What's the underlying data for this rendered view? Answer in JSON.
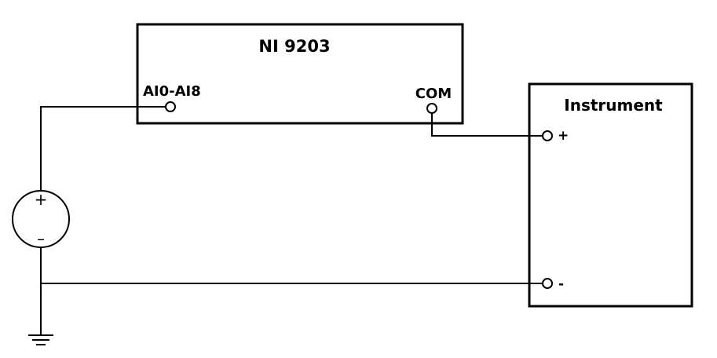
{
  "module": {
    "title": "NI 9203",
    "terminals": {
      "analog_input": "AI0-AI8",
      "common": "COM"
    }
  },
  "instrument": {
    "title": "Instrument",
    "terminals": {
      "positive": "+",
      "negative": "-"
    }
  },
  "voltage_source": {
    "plus": "+",
    "minus": "–"
  },
  "colors": {
    "line": "#000000",
    "background": "#ffffff"
  },
  "icons": [
    "voltage-source-icon",
    "ground-icon",
    "terminal-icon"
  ]
}
